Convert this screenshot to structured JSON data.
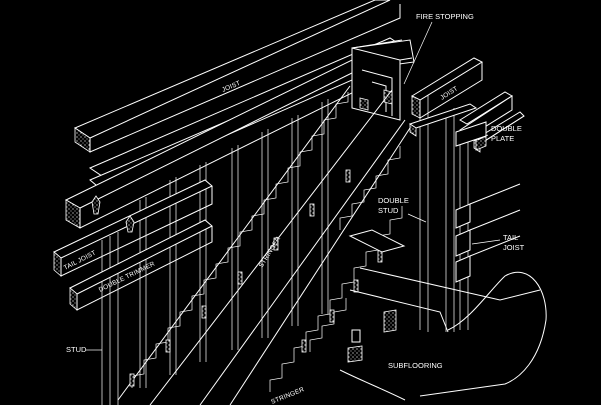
{
  "drawing": {
    "labels": {
      "fire_stopping": "FIRE STOPPING",
      "double_plate_1": "DOUBLE",
      "double_plate_2": "PLATE",
      "double_stud_1": "DOUBLE",
      "double_stud_2": "STUD",
      "tail_joist_1": "TAIL",
      "tail_joist_2": "JOIST",
      "stud": "STUD",
      "subflooring": "SUBFLOORING"
    },
    "member_labels": {
      "joist_left": "JOIST",
      "joist_right": "JOIST",
      "tail_joist": "TAIL JOIST",
      "double_trimmer": "DOUBLE TRIMMER",
      "stringer": "STRINGER",
      "stringer_bottom": "STRINGER"
    },
    "colors": {
      "background": "#000000",
      "linework": "#ffffff"
    }
  }
}
